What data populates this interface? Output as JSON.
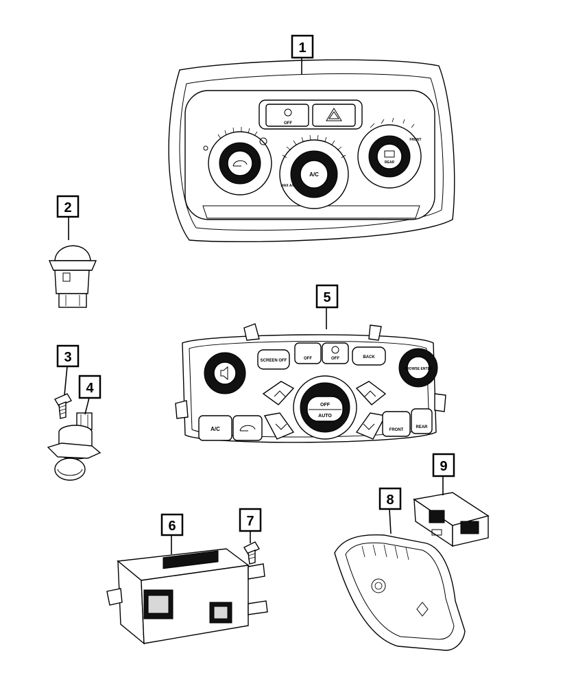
{
  "callouts": [
    {
      "id": "1"
    },
    {
      "id": "2"
    },
    {
      "id": "3"
    },
    {
      "id": "4"
    },
    {
      "id": "5"
    },
    {
      "id": "6"
    },
    {
      "id": "7"
    },
    {
      "id": "8"
    },
    {
      "id": "9"
    }
  ],
  "part1_labels": {
    "off": "OFF",
    "ac": "A/C",
    "front": "FRONT",
    "rear": "REAR",
    "max_ac": "MAX A/C"
  },
  "part5_labels": {
    "screen_off": "SCREEN OFF",
    "off1": "OFF",
    "off2": "OFF",
    "back": "BACK",
    "browse_enter": "BROWSE ENTER",
    "fan_off": "OFF",
    "auto": "AUTO",
    "ac": "A/C",
    "front": "FRONT",
    "rear": "REAR"
  }
}
